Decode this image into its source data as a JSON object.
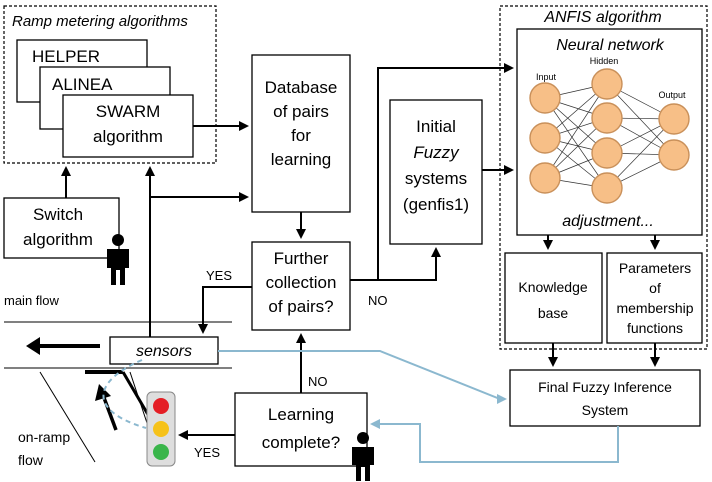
{
  "ramp_group": {
    "title": "Ramp metering algorithms"
  },
  "algorithms": {
    "helper": "HELPER",
    "alinea": "ALINEA",
    "swarm_line1": "SWARM",
    "swarm_line2": "algorithm"
  },
  "switch": {
    "line1": "Switch",
    "line2": "algorithm"
  },
  "database": {
    "line1": "Database",
    "line2": "of pairs",
    "line3": "for",
    "line4": "learning"
  },
  "further": {
    "line1": "Further",
    "line2": "collection",
    "line3": "of pairs?"
  },
  "initial": {
    "line1": "Initial",
    "line2": "Fuzzy",
    "line3": "systems",
    "line4": "(genfis1)"
  },
  "anfis": {
    "title": "ANFIS algorithm",
    "nn_title": "Neural network",
    "input": "Input",
    "hidden": "Hidden",
    "output": "Output",
    "adjustment": "adjustment..."
  },
  "knowledge": {
    "line1": "Knowledge",
    "line2": "base"
  },
  "parameters": {
    "line1": "Parameters",
    "line2": "of",
    "line3": "membership",
    "line4": "functions"
  },
  "final": {
    "line1": "Final Fuzzy Inference",
    "line2": "System"
  },
  "learning": {
    "line1": "Learning",
    "line2": "complete?"
  },
  "labels": {
    "yes_top": "YES",
    "no_right": "NO",
    "no_bottom": "NO",
    "yes_bottom": "YES",
    "main_flow": "main flow",
    "sensors": "sensors",
    "on_ramp1": "on-ramp",
    "on_ramp2": "flow"
  },
  "colors": {
    "node_fill": "#f7bf87",
    "feedback_line": "#8bb8cf",
    "light_red": "#e41e25",
    "light_yellow": "#f6c21a",
    "light_green": "#39b54a"
  }
}
